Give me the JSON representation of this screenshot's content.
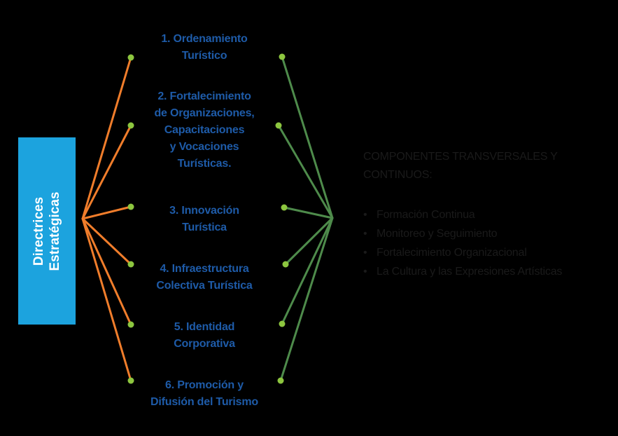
{
  "colors": {
    "background": "#000000",
    "side_box": "#1ca3de",
    "side_box_text": "#ffffff",
    "directive_text": "#1e5ba8",
    "left_connectors": "#f07d2b",
    "right_connectors": "#4e8b4b",
    "node_dots": "#8dc63f",
    "components_text": "#1a1a1a"
  },
  "side_box": {
    "line1": "Directrices",
    "line2": "Estratégicas"
  },
  "directives": [
    {
      "line1": "1. Ordenamiento",
      "line2": "Turístico"
    },
    {
      "line1": "2. Fortalecimiento",
      "line2": "de Organizaciones,",
      "line3": "Capacitaciones",
      "line4": "y Vocaciones",
      "line5": "Turísticas."
    },
    {
      "line1": "3. Innovación",
      "line2": "Turística"
    },
    {
      "line1": "4. Infraestructura",
      "line2": "Colectiva Turística"
    },
    {
      "line1": "5. Identidad",
      "line2": "Corporativa"
    },
    {
      "line1": "6. Promoción y",
      "line2": "Difusión del Turismo"
    }
  ],
  "components": {
    "title_line1": "COMPONENTES TRANSVERSALES Y",
    "title_line2": "CONTINUOS:",
    "bullet": "•",
    "items": [
      "Formación Continua",
      "Monitoreo y Seguimiento",
      "Fortalecimiento Organizacional",
      "La Cultura y las Expresiones Artísticas"
    ]
  }
}
